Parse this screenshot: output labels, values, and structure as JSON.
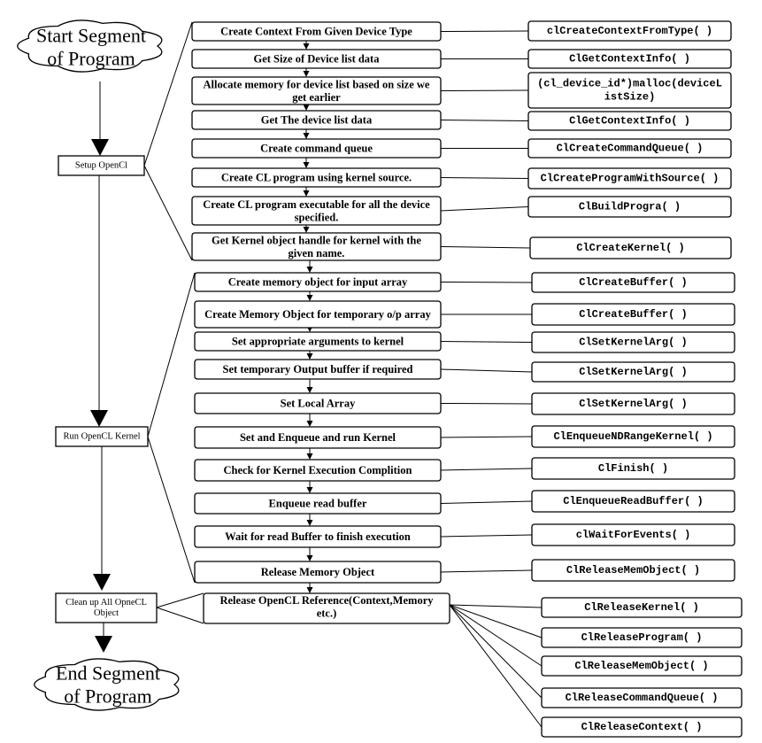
{
  "clouds": {
    "start": [
      "Start Segment",
      "of Program"
    ],
    "end": [
      "End Segment",
      "of Program"
    ]
  },
  "phases": [
    {
      "id": "setup",
      "label": "Setup OpenCl"
    },
    {
      "id": "run",
      "label": "Run OpenCL Kernel"
    },
    {
      "id": "cleanup",
      "label": [
        "Clean up All OpneCL",
        "Object"
      ]
    }
  ],
  "steps": [
    {
      "lines": [
        "Create Context From Given Device Type"
      ],
      "api": [
        "clCreateContextFromType( )"
      ]
    },
    {
      "lines": [
        "Get Size of Device list data"
      ],
      "api": [
        "ClGetContextInfo( )"
      ]
    },
    {
      "lines": [
        "Allocate memory for device list based on size we",
        "get earlier"
      ],
      "api": [
        "(cl_device_id*)malloc(deviceL",
        "istSize)"
      ]
    },
    {
      "lines": [
        "Get The device list data"
      ],
      "api": [
        "ClGetContextInfo( )"
      ]
    },
    {
      "lines": [
        "Create command queue"
      ],
      "api": [
        "ClCreateCommandQueue( )"
      ]
    },
    {
      "lines": [
        "Create CL program using kernel source."
      ],
      "api": [
        "ClCreateProgramWithSource( )"
      ]
    },
    {
      "lines": [
        "Create CL program executable for all the device",
        "specified."
      ],
      "api": [
        "ClBuildProgra( )"
      ]
    },
    {
      "lines": [
        "Get Kernel object handle for kernel with the",
        "given name."
      ],
      "api": [
        "ClCreateKernel( )"
      ]
    },
    {
      "lines": [
        "Create memory object for input array"
      ],
      "api": [
        "ClCreateBuffer( )"
      ]
    },
    {
      "lines": [
        "Create Memory Object for temporary o/p array"
      ],
      "api": [
        "ClCreateBuffer( )"
      ]
    },
    {
      "lines": [
        "Set appropriate arguments to kernel"
      ],
      "api": [
        "ClSetKernelArg( )"
      ]
    },
    {
      "lines": [
        "Set temporary Output buffer if required"
      ],
      "api": [
        "ClSetKernelArg( )"
      ]
    },
    {
      "lines": [
        "Set Local Array"
      ],
      "api": [
        "ClSetKernelArg( )"
      ]
    },
    {
      "lines": [
        "Set and Enqueue and run Kernel"
      ],
      "api": [
        "ClEnqueueNDRangeKernel( )"
      ]
    },
    {
      "lines": [
        "Check for Kernel Execution Complition"
      ],
      "api": [
        "ClFinish( )"
      ]
    },
    {
      "lines": [
        "Enqueue read buffer"
      ],
      "api": [
        "ClEnqueueReadBuffer( )"
      ]
    },
    {
      "lines": [
        "Wait for read Buffer to finish execution"
      ],
      "api": [
        "clWaitForEvents( )"
      ]
    },
    {
      "lines": [
        "Release Memory Object"
      ],
      "api": [
        "ClReleaseMemObject( )"
      ]
    },
    {
      "lines": [
        "Release OpenCL Reference(Context,Memory",
        "etc.)"
      ],
      "api": []
    }
  ],
  "release_apis": [
    "ClReleaseKernel( )",
    "ClReleaseProgram( )",
    "ClReleaseMemObject( )",
    "ClReleaseCommandQueue( )",
    "ClReleaseContext( )"
  ]
}
